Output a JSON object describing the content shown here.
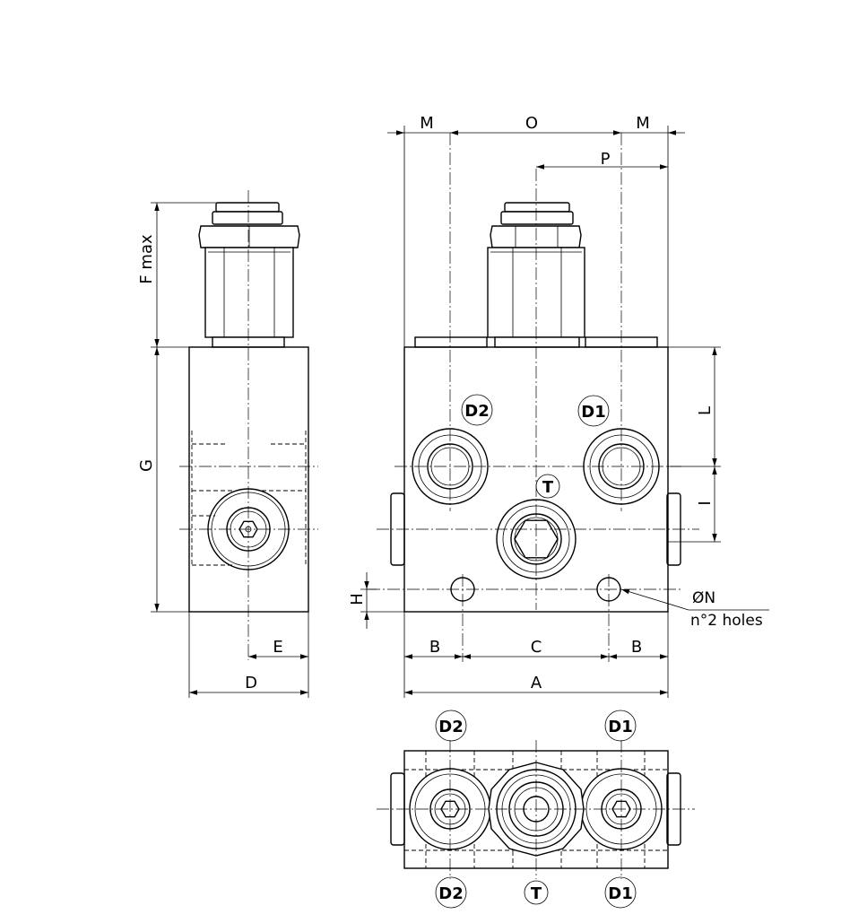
{
  "dimensions": {
    "m_left": "M",
    "o": "O",
    "m_right": "M",
    "p": "P",
    "f_max": "F max",
    "g": "G",
    "l": "L",
    "i": "I",
    "h": "H",
    "e": "E",
    "d": "D",
    "b_left": "B",
    "c": "C",
    "b_right": "B",
    "a": "A"
  },
  "hole_note": {
    "diameter": "ØN",
    "count": "n°2 holes"
  },
  "ports": {
    "front_d2": "D2",
    "front_d1": "D1",
    "front_t": "T",
    "bottom_top_d2": "D2",
    "bottom_top_d1": "D1",
    "bottom_d2": "D2",
    "bottom_t": "T",
    "bottom_d1": "D1"
  }
}
